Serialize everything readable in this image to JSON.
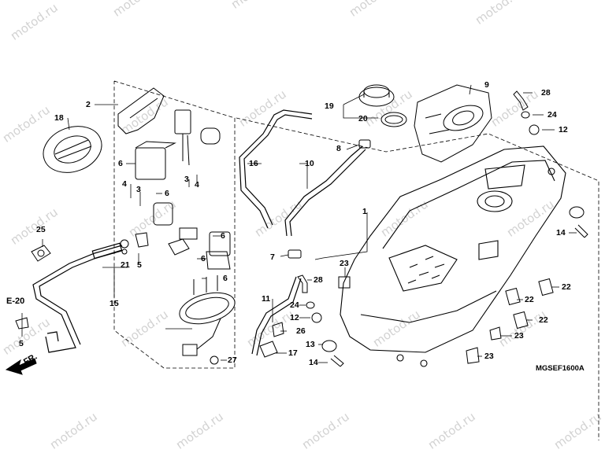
{
  "watermark": "motod.ru",
  "diagram_code": "MGSEF1600A",
  "ref_marker": "E-20",
  "direction_marker": "FR.",
  "callouts": {
    "c1": "1",
    "c2": "2",
    "c3a": "3",
    "c3b": "3",
    "c4a": "4",
    "c4b": "4",
    "c5a": "5",
    "c5b": "5",
    "c6a": "6",
    "c6b": "6",
    "c6c": "6",
    "c6d": "6",
    "c6e": "6",
    "c7": "7",
    "c8": "8",
    "c9": "9",
    "c10": "10",
    "c11": "11",
    "c12a": "12",
    "c12b": "12",
    "c13": "13",
    "c14a": "14",
    "c14b": "14",
    "c15": "15",
    "c16": "16",
    "c17": "17",
    "c18": "18",
    "c19": "19",
    "c20": "20",
    "c21": "21",
    "c22a": "22",
    "c22b": "22",
    "c22c": "22",
    "c23a": "23",
    "c23b": "23",
    "c23c": "23",
    "c24a": "24",
    "c24b": "24",
    "c25": "25",
    "c26": "26",
    "c27": "27",
    "c28a": "28",
    "c28b": "28"
  }
}
